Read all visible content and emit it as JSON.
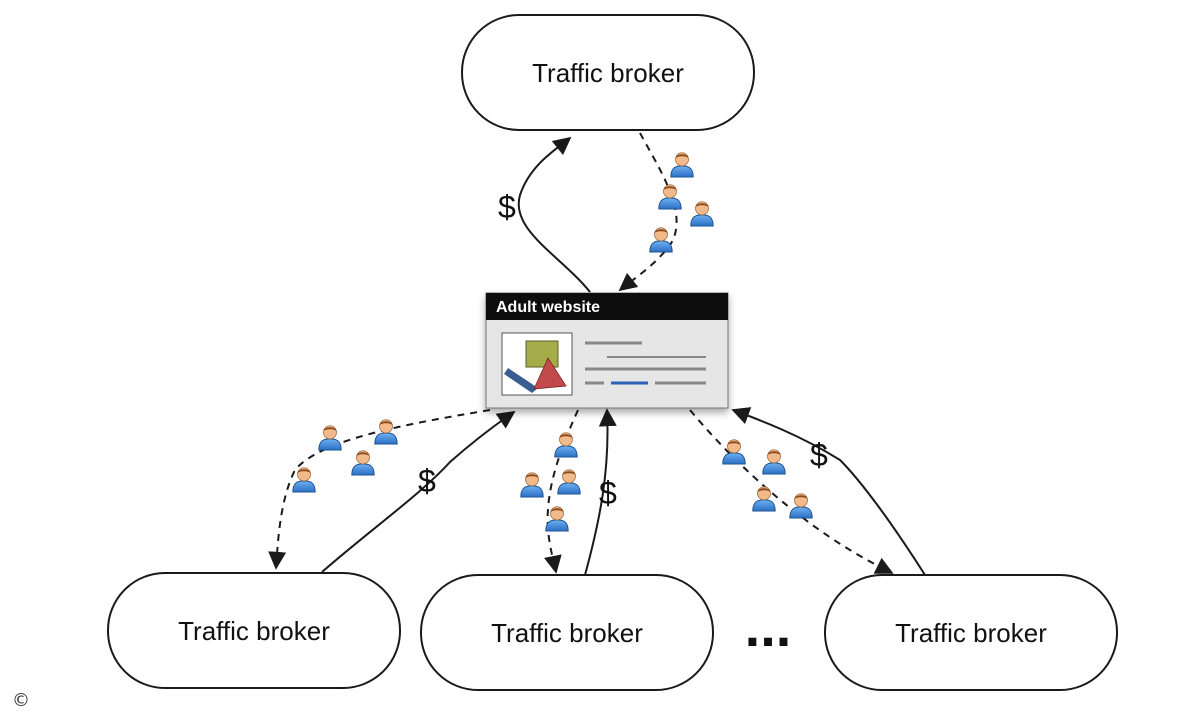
{
  "brokers": {
    "top": "Traffic broker",
    "bottom_left": "Traffic broker",
    "bottom_middle": "Traffic broker",
    "bottom_right": "Traffic broker"
  },
  "website": {
    "title": "Adult website"
  },
  "money_symbol": "$",
  "ellipsis": "...",
  "copyright": "©",
  "icons": {
    "user": "user-icon",
    "website_thumbnail": "image-thumbnail-icon"
  },
  "colors": {
    "node_fill": "#ffffff",
    "node_stroke": "#1a1a1a",
    "window_title_bar": "#111111",
    "window_body": "#e6e6e6",
    "user_shirt": "#3a86d8",
    "user_skin": "#f2b98a",
    "user_hair": "#8a4a1c",
    "accent_line": "#2e62b8"
  }
}
